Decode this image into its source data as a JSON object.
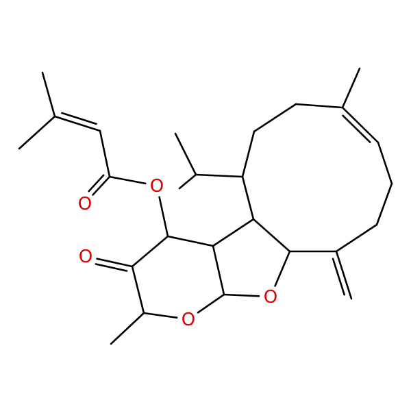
{
  "colors": {
    "bond": "#000000",
    "oxygen": "#e00000",
    "background": "#ffffff"
  },
  "atoms": [
    {
      "id": "o_ester",
      "label": "O",
      "element": "oxygen"
    },
    {
      "id": "o_carbonyl_ester",
      "label": "O",
      "element": "oxygen"
    },
    {
      "id": "o_ketone",
      "label": "O",
      "element": "oxygen"
    },
    {
      "id": "o_pyran",
      "label": "O",
      "element": "oxygen"
    },
    {
      "id": "o_furan",
      "label": "O",
      "element": "oxygen"
    }
  ]
}
